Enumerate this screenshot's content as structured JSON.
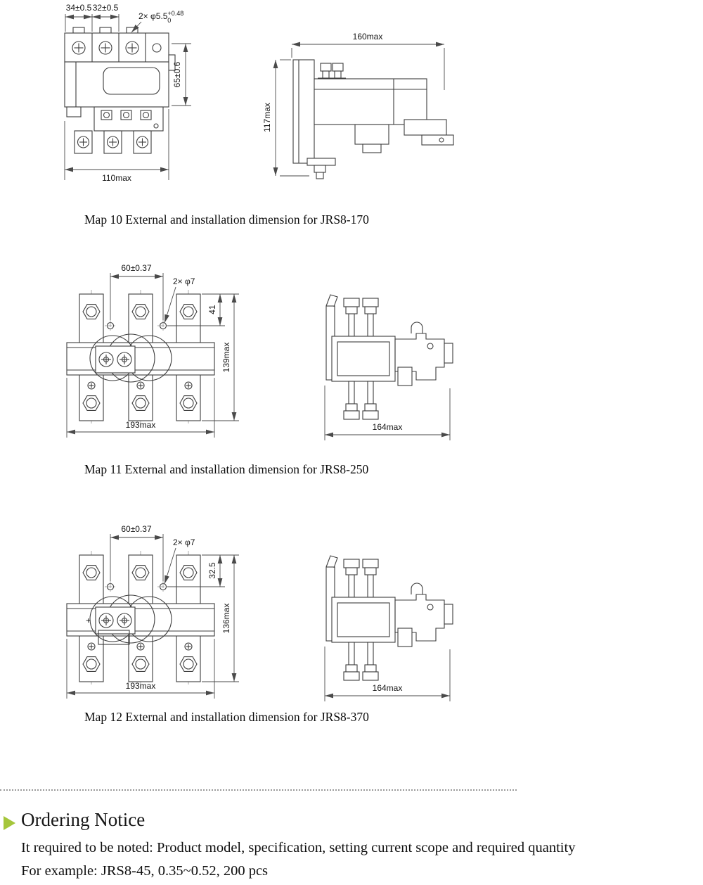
{
  "captions": {
    "map10": "Map 10 External and installation dimension for JRS8-170",
    "map11": "Map 11 External and installation dimension for JRS8-250",
    "map12": "Map 12 External and installation dimension for JRS8-370"
  },
  "map10": {
    "front": {
      "dim_top_left": "34±0.5",
      "dim_top_right": "32±0.5",
      "hole_label": "2× φ5.5",
      "hole_tol_sup": "+0.48",
      "hole_tol_sub": "0",
      "dim_height": "65±0.6",
      "dim_width": "110max"
    },
    "side": {
      "dim_width": "160max",
      "dim_height": "117max"
    }
  },
  "map11": {
    "front": {
      "dim_hole_spacing": "60±0.37",
      "hole_label": "2× φ7",
      "dim_hole_offset": "41",
      "dim_height": "139max",
      "dim_width": "193max"
    },
    "side": {
      "dim_width": "164max"
    }
  },
  "map12": {
    "front": {
      "dim_hole_spacing": "60±0.37",
      "hole_label": "2× φ7",
      "dim_hole_offset": "32.5",
      "dim_height": "136max",
      "dim_width": "193max",
      "plus_mark": "+"
    },
    "side": {
      "dim_width": "164max"
    }
  },
  "ordering": {
    "title": "Ordering Notice",
    "line1": "It required to be noted: Product model, specification, setting current scope and required quantity",
    "line2": "For example: JRS8-45, 0.35~0.52, 200 pcs"
  },
  "colors": {
    "accent_green": "#a5c63b",
    "line": "#3d3d3d"
  }
}
